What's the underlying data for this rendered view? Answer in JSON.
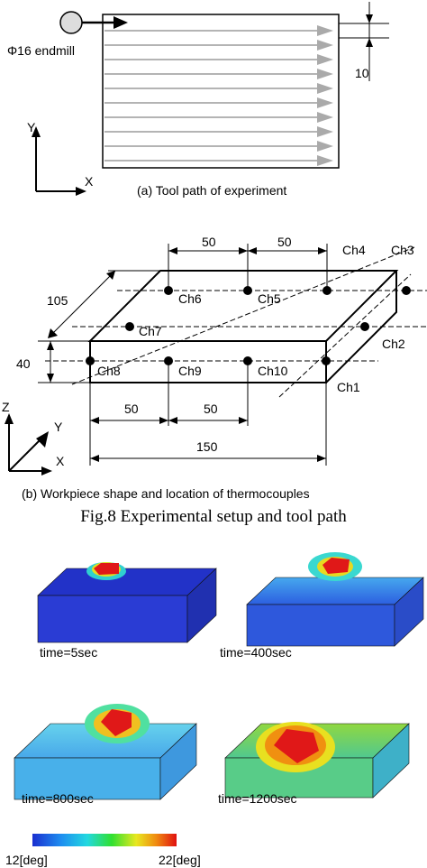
{
  "panel_a": {
    "tool_label": "Φ16 endmill",
    "pitch_label": "10",
    "axis_y": "Y",
    "axis_x": "X",
    "caption": "(a) Tool path of experiment"
  },
  "panel_b": {
    "dim_top_1": "50",
    "dim_top_2": "50",
    "dim_depth": "105",
    "dim_height": "40",
    "dim_bottom_1": "50",
    "dim_bottom_2": "50",
    "dim_length": "150",
    "channels": [
      "Ch1",
      "Ch2",
      "Ch3",
      "Ch4",
      "Ch5",
      "Ch6",
      "Ch7",
      "Ch8",
      "Ch9",
      "Ch10"
    ],
    "axis_z": "Z",
    "axis_y": "Y",
    "axis_x": "X",
    "caption": "(b) Workpiece shape and location of thermocouples"
  },
  "figure_caption": "Fig.8 Experimental setup and tool path",
  "temperature_maps": {
    "labels": [
      "time=5sec",
      "time=400sec",
      "time=800sec",
      "time=1200sec"
    ],
    "colorbar_min": "12[deg]",
    "colorbar_max": "22[deg]"
  }
}
